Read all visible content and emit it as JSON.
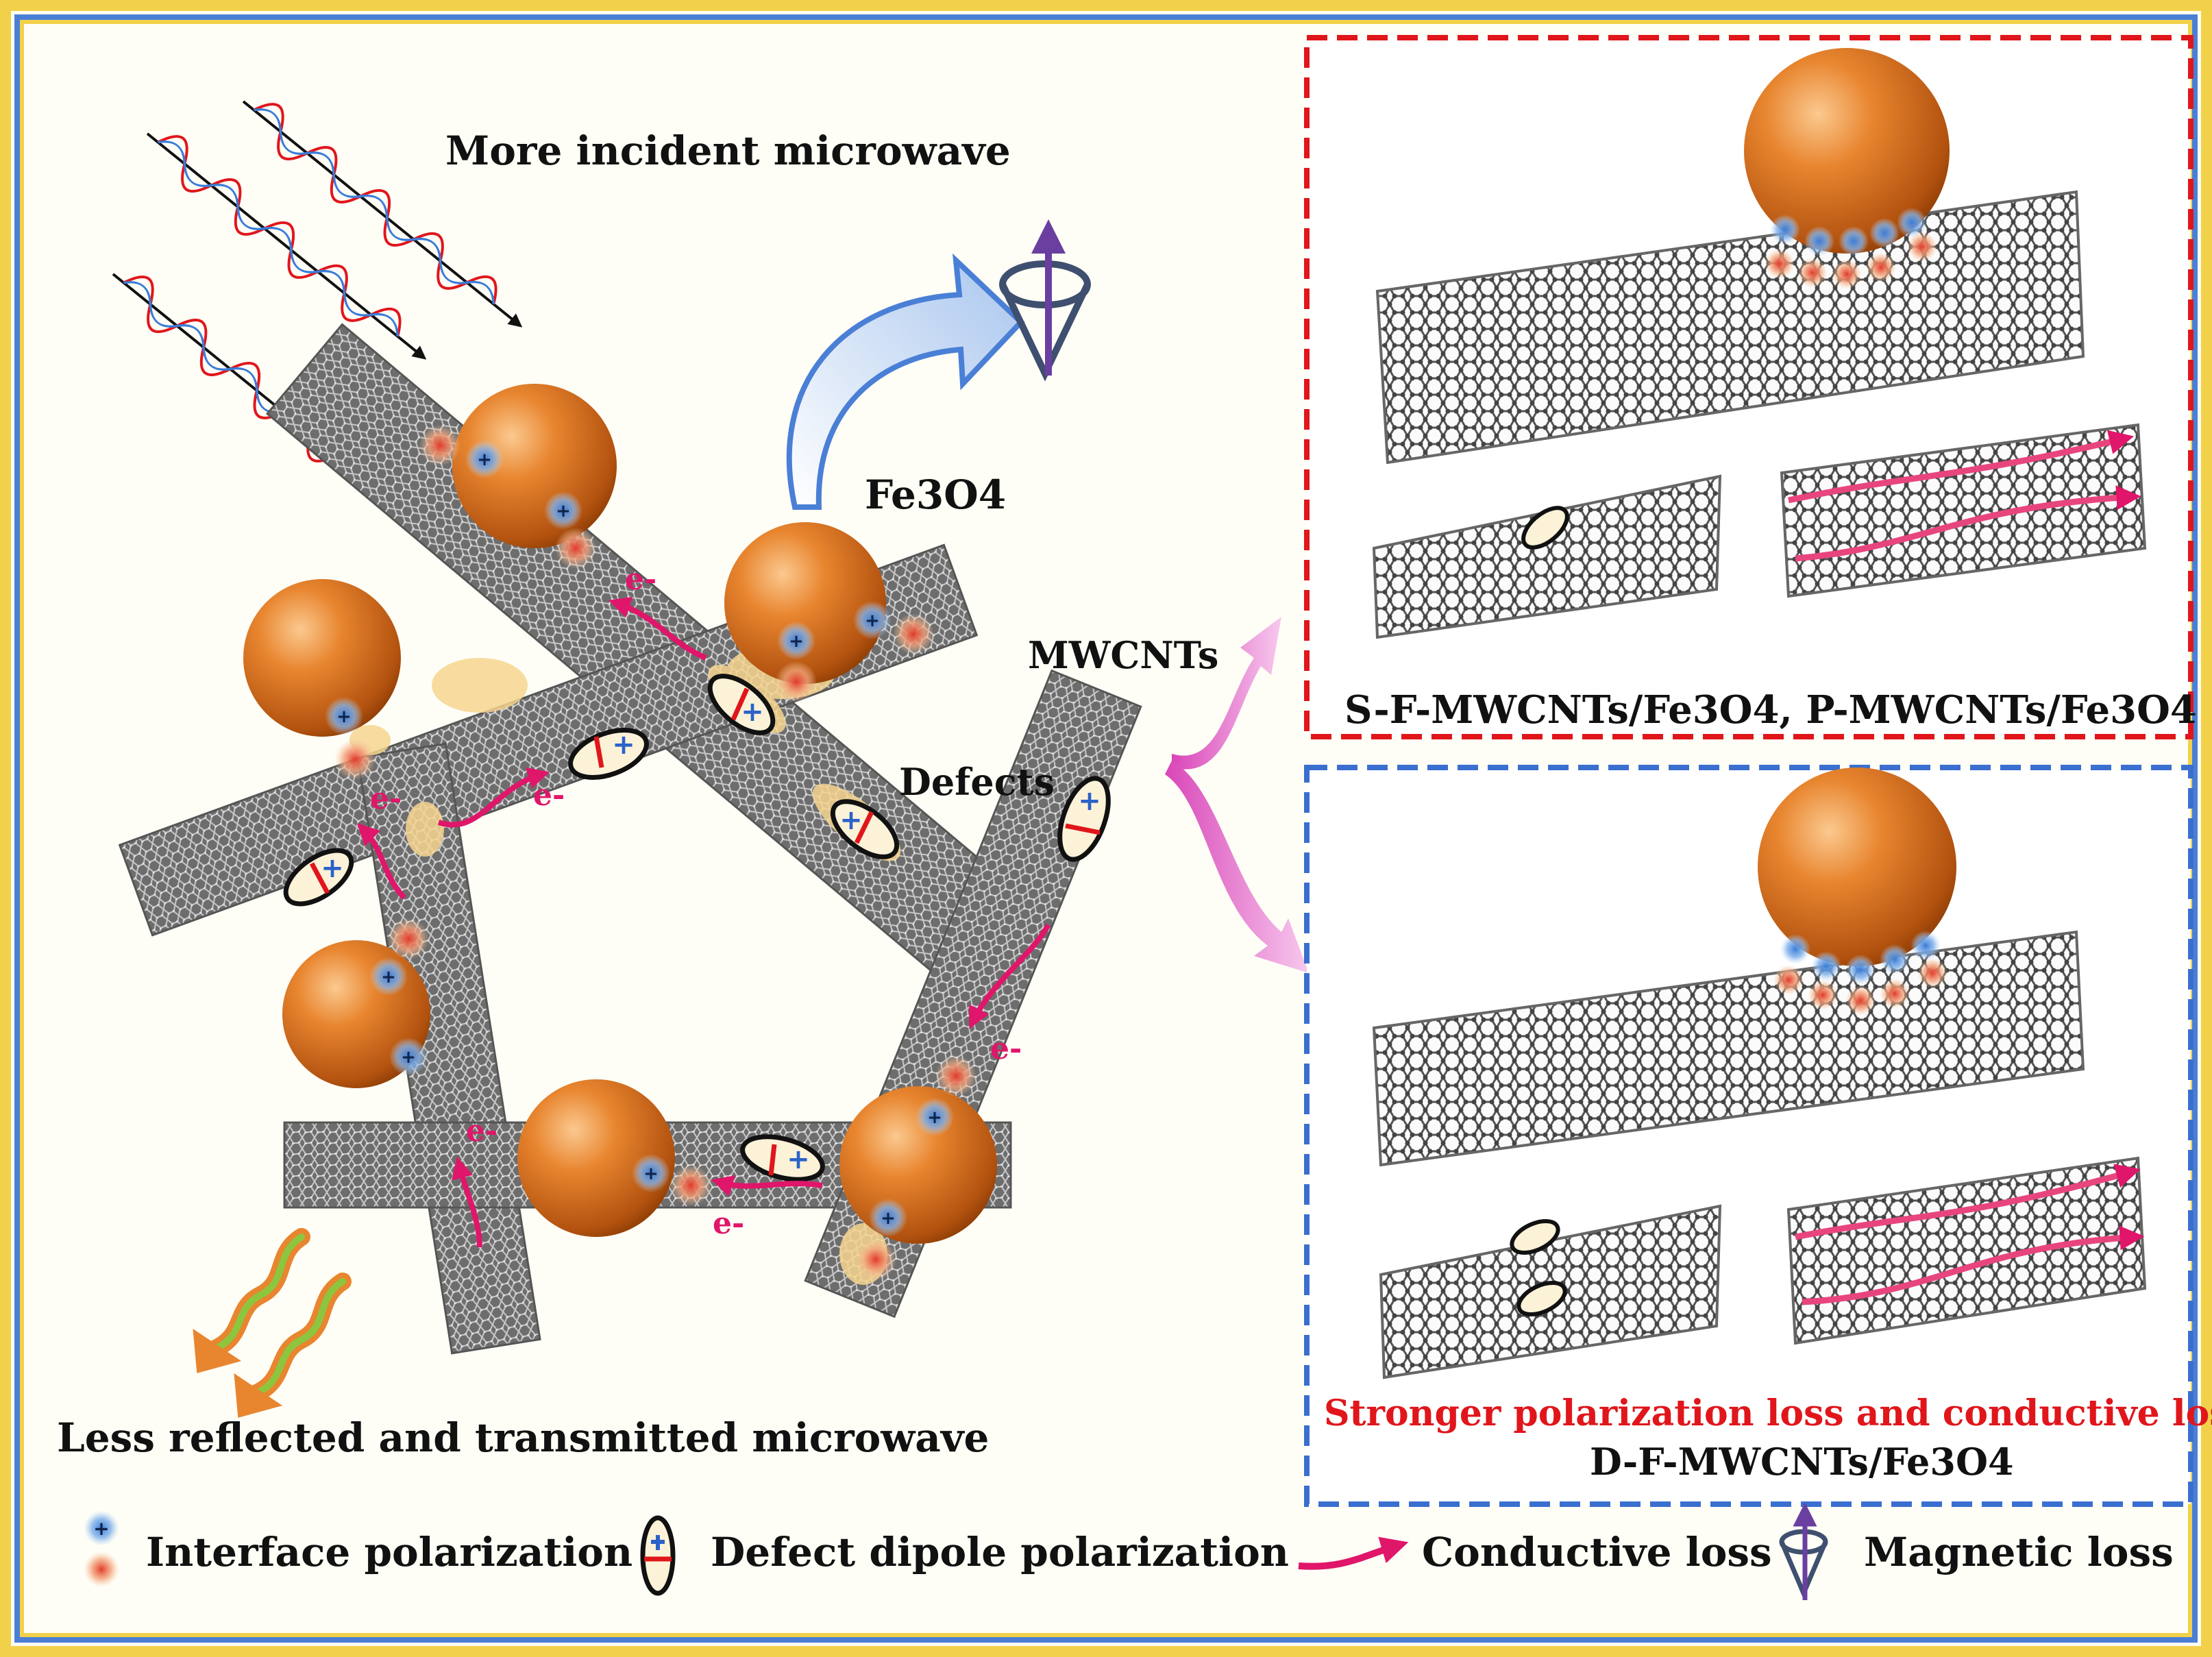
{
  "labels": {
    "incident": "More incident microwave",
    "fe3o4": "Fe3O4",
    "mwcnts": "MWCNTs",
    "defects": "Defects",
    "reflected": "Less reflected and transmitted  microwave",
    "electron": "e-"
  },
  "panels": {
    "top": {
      "caption": "S-F-MWCNTs/Fe3O4, P-MWCNTs/Fe3O4",
      "border_color": "#e0161b"
    },
    "bottom": {
      "caption_red": "Stronger polarization loss and conductive loss",
      "caption": "D-F-MWCNTs/Fe3O4",
      "border_color": "#3a6fd0"
    }
  },
  "legend": {
    "interface": "Interface polarization",
    "defect_dipole": "Defect dipole polarization",
    "conductive": "Conductive loss",
    "magnetic": "Magnetic loss"
  },
  "colors": {
    "frame_outer": "#f2d14a",
    "frame_inner": "#4a7fd6",
    "sphere": "#e3782a",
    "electron": "#e0166a",
    "arrow_blue": "#4a7fd6",
    "magnet": "#6a3fa0"
  }
}
